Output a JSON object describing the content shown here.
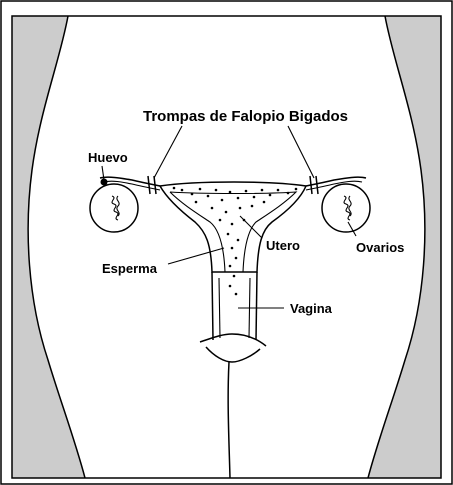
{
  "labels": {
    "tubes_tied": "Trompas de Falopio Bigados",
    "egg": "Huevo",
    "uterus": "Utero",
    "ovaries": "Ovarios",
    "sperm": "Esperma",
    "vagina": "Vagina"
  },
  "colors": {
    "background_shading": "#cccccc",
    "body": "#ffffff",
    "outline": "#000000"
  }
}
